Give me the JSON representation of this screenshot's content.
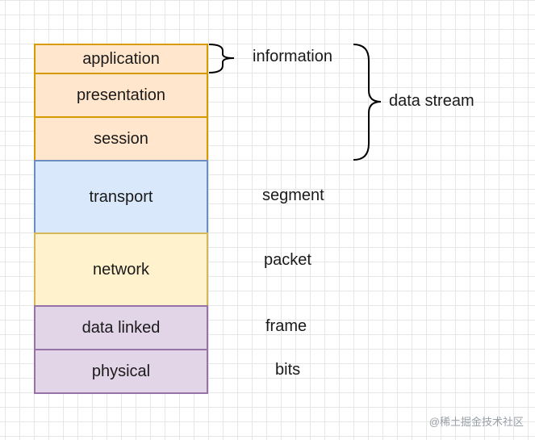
{
  "layers": [
    {
      "name": "application",
      "color": "#ffe6cc"
    },
    {
      "name": "presentation",
      "color": "#ffe6cc"
    },
    {
      "name": "session",
      "color": "#ffe6cc"
    },
    {
      "name": "transport",
      "color": "#dae8fc"
    },
    {
      "name": "network",
      "color": "#fff2cc"
    },
    {
      "name": "data linked",
      "color": "#e1d5e7"
    },
    {
      "name": "physical",
      "color": "#e1d5e7"
    }
  ],
  "pdu_labels": {
    "application": "information",
    "transport": "segment",
    "network": "packet",
    "data_linked": "frame",
    "physical": "bits"
  },
  "group_label": "data stream",
  "watermark": "@稀土掘金技术社区"
}
